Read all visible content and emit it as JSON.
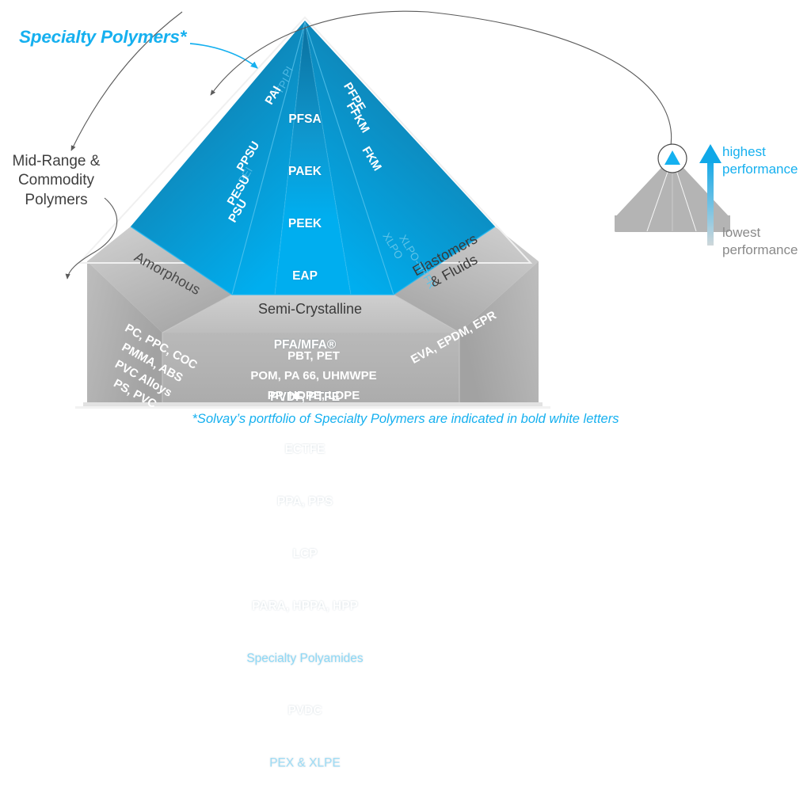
{
  "annotations": {
    "specialty_title": "Specialty Polymers*",
    "midrange_title": "Mid-Range &\nCommodity\nPolymers",
    "footnote": "*Solvay’s portfolio of Specialty Polymers are indicated in bold white letters",
    "performance_highest": "highest\nperformance",
    "performance_lowest": "lowest\nperformance"
  },
  "colors": {
    "accent_cyan": "#16b0ef",
    "pyramid_top_dark": "#0a6f9c",
    "pyramid_bottom_bright": "#00aeef",
    "gray_base": "#b4b4b4",
    "gray_text": "#8a8a8a",
    "faint_blue_label": "#5ec3e8"
  },
  "pyramid": {
    "center_front_face": [
      {
        "label": "PFSA",
        "style": "bold"
      },
      {
        "label": "PAEK",
        "style": "bold"
      },
      {
        "label": "PEEK",
        "style": "bold"
      },
      {
        "label": "EAP",
        "style": "bold"
      },
      {
        "label": "PFA/MFA®",
        "style": "bold"
      },
      {
        "label": "PVDF, PTFE",
        "style": "bold"
      },
      {
        "label": "ECTFE",
        "style": "bold"
      },
      {
        "label": "PPA, PPS",
        "style": "bold"
      },
      {
        "label": "LCP",
        "style": "bold"
      },
      {
        "label": "PARA, HPPA, HPP",
        "style": "bold"
      },
      {
        "label": "Specialty Polyamides",
        "style": "faint"
      },
      {
        "label": "PVDC",
        "style": "bold"
      },
      {
        "label": "PEX & XLPE",
        "style": "faint"
      }
    ],
    "left_face": [
      {
        "label": "PI",
        "style": "faint"
      },
      {
        "label": "TPI",
        "style": "faint"
      },
      {
        "label": "PAI",
        "style": "bold"
      },
      {
        "label": "PPSU",
        "style": "bold"
      },
      {
        "label": "PEI",
        "style": "faint"
      },
      {
        "label": "PESU",
        "style": "bold"
      },
      {
        "label": "PSU",
        "style": "bold"
      }
    ],
    "right_face": [
      {
        "label": "PFPE",
        "style": "bold"
      },
      {
        "label": "FFKM",
        "style": "bold"
      },
      {
        "label": "FKM",
        "style": "bold"
      },
      {
        "label": "XLPO",
        "style": "faint"
      },
      {
        "label": "XLPO-HFFR",
        "style": "faint"
      }
    ]
  },
  "base": {
    "sections": [
      {
        "name": "amorphous",
        "title": "Amorphous",
        "materials": "PC, PPC, COC\nPMMA, ABS\nPVC Alloys\nPS, PVC"
      },
      {
        "name": "semi-crystalline",
        "title": "Semi-Crystalline",
        "materials": "PBT, PET\nPOM, PA 66, UHMWPE\nPP, HDPE, LDPE"
      },
      {
        "name": "elastomers-fluids",
        "title": "Elastomers\n& Fluids",
        "materials": "EVA, EPDM, EPR"
      }
    ]
  },
  "inset": {
    "magnifier_icon": "magnifier-circle-icon",
    "arrow_icon": "up-arrow-gradient-icon"
  }
}
